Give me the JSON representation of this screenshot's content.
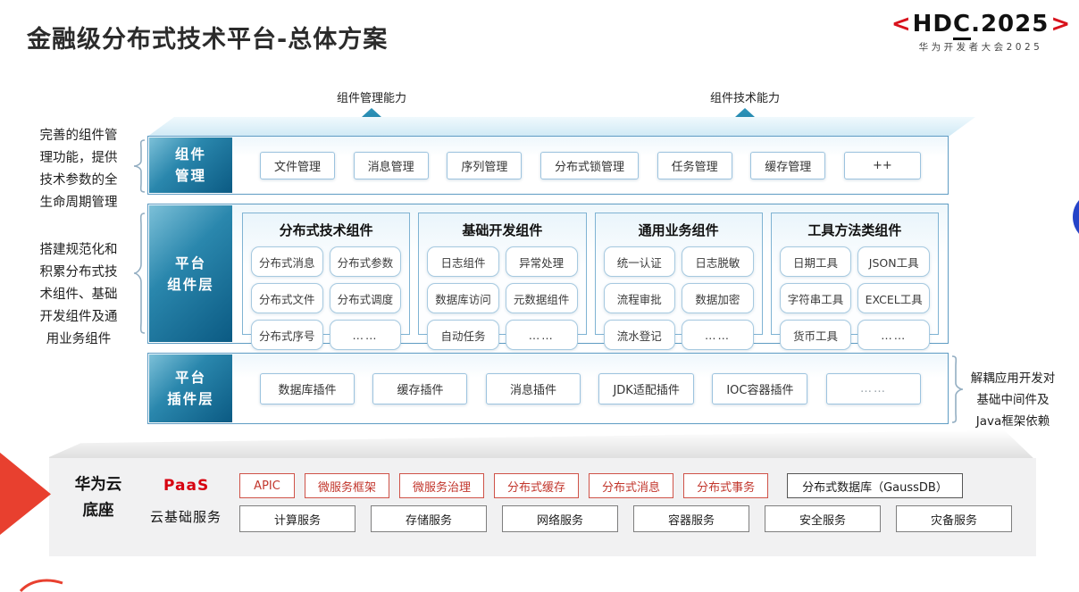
{
  "title": "金融级分布式技术平台-总体方案",
  "logo": {
    "bracket_left": "<",
    "text_pre": "HD",
    "text_c": "C",
    "text_post": ".2025",
    "bracket_right": ">",
    "subtitle": "华为开发者大会2025"
  },
  "arrows": [
    {
      "label": "组件管理能力"
    },
    {
      "label": "组件技术能力"
    }
  ],
  "left_notes": [
    "完善的组件管\n理功能，提供\n技术参数的全\n生命周期管理",
    "搭建规范化和\n积累分布式技\n术组件、基础\n开发组件及通\n用业务组件"
  ],
  "right_note": "解耦应用开发对\n基础中间件及\nJava框架依赖",
  "layers": {
    "component_mgmt": {
      "label": "组件\n管理",
      "items": [
        "文件管理",
        "消息管理",
        "序列管理",
        "分布式锁管理",
        "任务管理",
        "缓存管理",
        "++"
      ]
    },
    "platform_components": {
      "label": "平台\n组件层",
      "groups": [
        {
          "title": "分布式技术组件",
          "items": [
            "分布式消息",
            "分布式参数",
            "分布式文件",
            "分布式调度",
            "分布式序号",
            "……"
          ]
        },
        {
          "title": "基础开发组件",
          "items": [
            "日志组件",
            "异常处理",
            "数据库访问",
            "元数据组件",
            "自动任务",
            "……"
          ]
        },
        {
          "title": "通用业务组件",
          "items": [
            "统一认证",
            "日志脱敏",
            "流程审批",
            "数据加密",
            "流水登记",
            "……"
          ]
        },
        {
          "title": "工具方法类组件",
          "items": [
            "日期工具",
            "JSON工具",
            "字符串工具",
            "EXCEL工具",
            "货币工具",
            "……"
          ]
        }
      ]
    },
    "platform_plugins": {
      "label": "平台\n插件层",
      "items": [
        "数据库插件",
        "缓存插件",
        "消息插件",
        "JDK适配插件",
        "IOC容器插件",
        "……"
      ]
    }
  },
  "foundation": {
    "label": "华为云\n底座",
    "paas": {
      "label": "PaaS",
      "items": [
        "APIC",
        "微服务框架",
        "微服务治理",
        "分布式缓存",
        "分布式消息",
        "分布式事务"
      ],
      "db_item": "分布式数据库（GaussDB）"
    },
    "cloud": {
      "label": "云基础服务",
      "items": [
        "计算服务",
        "存储服务",
        "网络服务",
        "容器服务",
        "安全服务",
        "灾备服务"
      ]
    }
  },
  "colors": {
    "teal_dark": "#0b5a83",
    "teal_arrow": "#15719a",
    "layer_border": "#5f9cc3",
    "chip_border": "#9cc3de",
    "brand_red": "#d8121c",
    "arrow_red": "#e8402f",
    "paas_red": "#c2362c",
    "band_gray": "#f1f1f2",
    "blue_dot": "#2644c8"
  }
}
